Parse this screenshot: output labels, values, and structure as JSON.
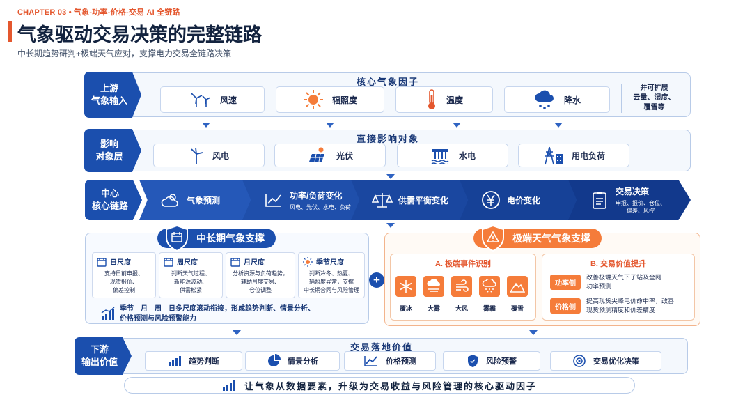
{
  "header": {
    "chapter": "CHAPTER 03 • 气象-功率-价格-交易 AI 全链路",
    "title": "气象驱动交易决策的完整链路",
    "subtitle": "中长期趋势研判+极端天气应对，支撑电力交易全链路决策"
  },
  "upstream": {
    "label": "上游\n气象输入",
    "heading": "核心气象因子",
    "factors": [
      "风速",
      "辐照度",
      "温度",
      "降水"
    ],
    "extend_note": "并可扩展\n云量、湿度、\n覆雪等"
  },
  "impact": {
    "label": "影响\n对象层",
    "heading": "直接影响对象",
    "objects": [
      "风电",
      "光伏",
      "水电",
      "用电负荷"
    ]
  },
  "core_chain": {
    "label": "中心\n核心链路",
    "steps": [
      {
        "title": "气象预测",
        "sub": ""
      },
      {
        "title": "功率/负荷变化",
        "sub": "风电、光伏、水电、负荷"
      },
      {
        "title": "供需平衡变化",
        "sub": ""
      },
      {
        "title": "电价变化",
        "sub": ""
      },
      {
        "title": "交易决策",
        "sub": "申报、报价、仓位、\n偏差、风控"
      }
    ]
  },
  "mid_long": {
    "title": "中长期气象支撑",
    "scales": [
      {
        "name": "日尺度",
        "text": "支持日前申报、\n现货报价、\n偏差控制"
      },
      {
        "name": "周尺度",
        "text": "判断天气过程、\n新能源波动、\n供需松紧"
      },
      {
        "name": "月尺度",
        "text": "分析资源与负荷趋势，\n辅助月度交易、\n仓位调整"
      },
      {
        "name": "季节尺度",
        "text": "判断冷冬、热夏、\n辐照度异常，支撑\n中长期合同与风险管理"
      }
    ],
    "footer": "季节—月—周—日多尺度滚动衔接，形成趋势判断、情景分析、\n价格预测与风险预警能力"
  },
  "extreme": {
    "title": "极端天气气象支撑",
    "event_heading": "A. 极端事件识别",
    "events": [
      "覆冰",
      "大雾",
      "大风",
      "雾霾",
      "覆雪"
    ],
    "value_heading": "B. 交易价值提升",
    "values": [
      {
        "tag": "功率侧",
        "text": "改善极端天气下子站及全网\n功率预测"
      },
      {
        "tag": "价格侧",
        "text": "提高现货尖峰电价命中率，改善\n现货预测精度和价差精度"
      }
    ]
  },
  "downstream": {
    "label": "下游\n输出价值",
    "heading": "交易落地价值",
    "outputs": [
      "趋势判断",
      "情景分析",
      "价格预测",
      "风险预警",
      "交易优化决策"
    ]
  },
  "slogan": "让气象从数据要素，升级为交易收益与风险管理的核心驱动因子",
  "colors": {
    "primary": "#1b4fae",
    "accent": "#e4572e",
    "orange": "#f57c3a"
  }
}
